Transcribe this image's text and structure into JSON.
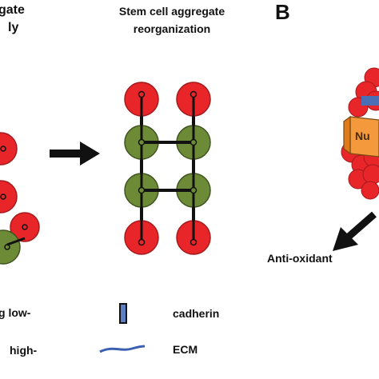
{
  "panel_a": {
    "left_title_line1": "gate",
    "left_title_line2": "ly",
    "center_title_line1": "Stem cell aggregate",
    "center_title_line2": "reorganization"
  },
  "panel_b": {
    "panel_letter": "B",
    "box_label": "Nu",
    "antioxidant_label": "Anti-oxidant"
  },
  "legend": {
    "low_label": "g low-",
    "high_label": "high-",
    "cadherin_label": "cadherin",
    "ecm_label": "ECM"
  },
  "colors": {
    "red_cell": "#e8262a",
    "red_outline": "#a51a1c",
    "green_cell": "#6d8b37",
    "green_outline": "#3f5420",
    "junction": "#111111",
    "box_fill": "#f59a3c",
    "box_shade": "#e07b1c",
    "blue_band": "#4a6fb5",
    "ecm_line": "#3a5eb0"
  }
}
